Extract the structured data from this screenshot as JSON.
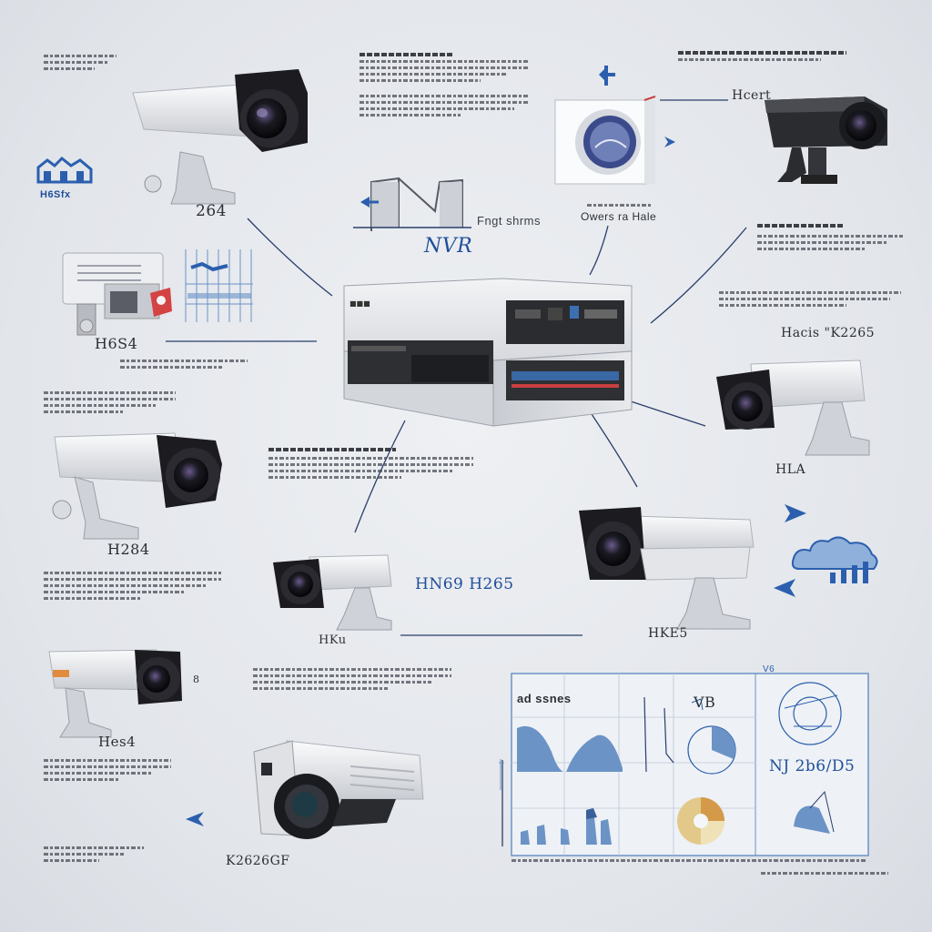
{
  "labels": {
    "cam_top_left": "264",
    "logo_top_left": "H6Sfx",
    "cam_mid_left": "H6S4",
    "cam_left": "H284",
    "cam_bottom_left": "Hes4",
    "cam_bottom": "K2626GF",
    "cam_center": "HKu",
    "nvr_label": "NVR",
    "nvr_sub": "Fngt shrms",
    "dvr_caption": "Owers ra Hale",
    "top_right_title": "Hcert",
    "right_sub": "Hacis \"K2265",
    "cam_right": "HLA",
    "center_codec": "HN69 H265",
    "cam_center_right": "HKE5",
    "chart_title_left": "ad ssnes",
    "chart_title_mid": "VB",
    "chart_codec": "NJ 2b6/D5",
    "chart_tag": "V6",
    "cam_small_bottom_left": "8"
  },
  "colors": {
    "accent_blue": "#2b5fae",
    "chart_blue": "#6b93c6",
    "line_dark": "#263a66",
    "camera_body": "#e6e8ec",
    "camera_dark": "#1b1c1f"
  }
}
